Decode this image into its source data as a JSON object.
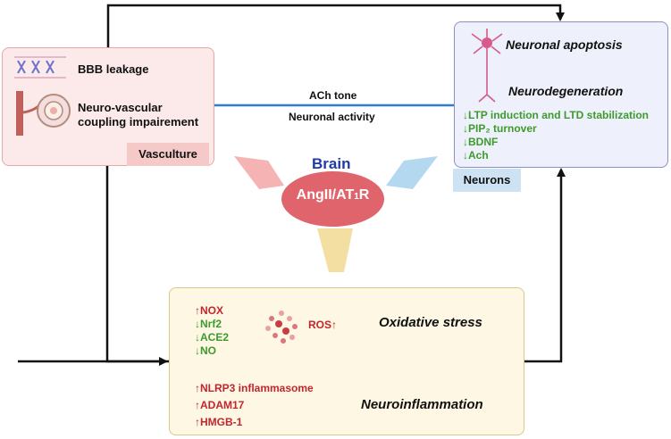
{
  "vasculature": {
    "label": "Vasculture",
    "bbb": "BBB leakage",
    "nvc_line1": "Neuro-vascular",
    "nvc_line2": "coupling impairement"
  },
  "neurons": {
    "label": "Neurons",
    "apoptosis": "Neuronal apoptosis",
    "neurodegeneration": "Neurodegeneration",
    "items": [
      "↓LTP induction and LTD stabilization",
      "↓PIP₂ turnover",
      "↓BDNF",
      "↓Ach"
    ]
  },
  "center": {
    "brain": "Brain",
    "receptor_main": "AngII/AT",
    "receptor_sub": "1",
    "receptor_end": "R"
  },
  "signals": {
    "ach_tone": "ACh tone",
    "neuronal_activity": "Neuronal activity"
  },
  "mechanisms": {
    "up_nox": "↑NOX",
    "down_nrf2": "↓Nrf2",
    "down_ace2": "↓ACE2",
    "down_no": "↓NO",
    "ros": "ROS↑",
    "oxidative_stress": "Oxidative stress",
    "up_nlrp3": "↑NLRP3 inflammasome",
    "up_adam17": "↑ADAM17",
    "up_hmgb1": "↑HMGB-1",
    "neuroinflammation": "Neuroinflammation"
  },
  "colors": {
    "red": "#c0262d",
    "green": "#3d9b2c",
    "blue_arrow": "#2f7ccf",
    "brain_text": "#1f3aa8",
    "ellipse": "#e0646c"
  }
}
